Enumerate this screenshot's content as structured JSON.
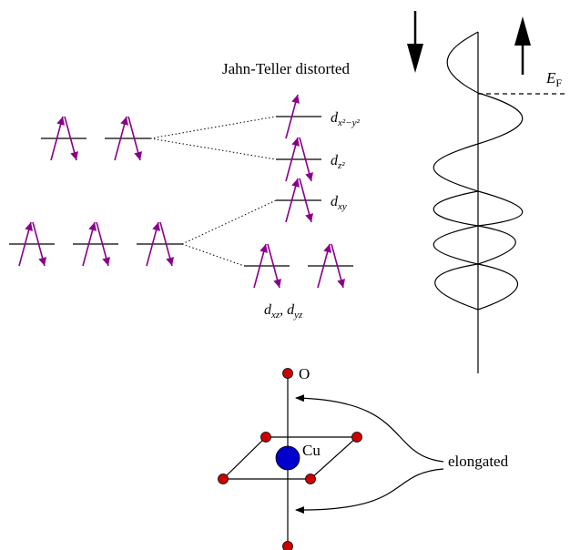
{
  "title": "Jahn-Teller distorted",
  "fermi_label": {
    "base": "E",
    "sub": "F"
  },
  "orbitals": {
    "dx2y2": {
      "base": "d",
      "sub": "x²−y²"
    },
    "dz2": {
      "base": "d",
      "sub": "z²"
    },
    "dxy": {
      "base": "d",
      "sub": "xy"
    },
    "dxz_dyz": {
      "base": "d",
      "sub1": "xz",
      "sep": ", ",
      "sub2": "yz"
    }
  },
  "atoms": {
    "oxygen_label": "O",
    "copper_label": "Cu",
    "oxygen_color": "#cc0000",
    "copper_color": "#0000cc"
  },
  "elongated_label": "elongated",
  "colors": {
    "spin_arrow": "#8b008b"
  }
}
